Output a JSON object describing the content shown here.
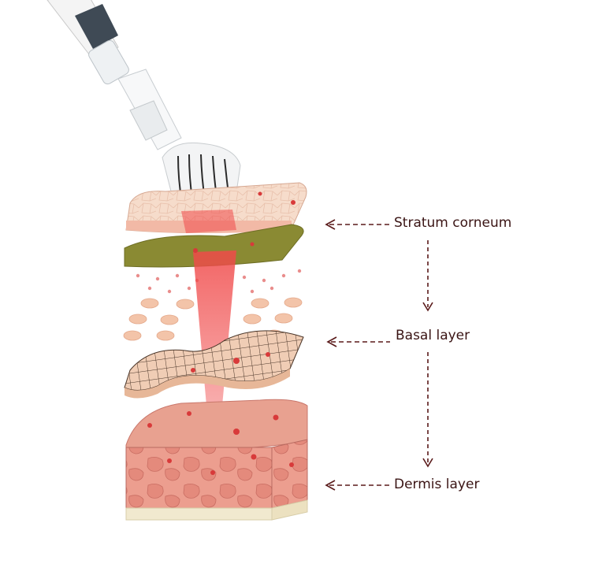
{
  "diagram": {
    "labels": [
      {
        "id": "stratum",
        "text": "Stratum corneum"
      },
      {
        "id": "basal",
        "text": "Basal layer"
      },
      {
        "id": "dermis",
        "text": "Dermis layer"
      }
    ],
    "colors": {
      "arrow": "#5a1a1a",
      "beam": "#f04a4a",
      "stratum_top": "#f6dccb",
      "stratum_edge": "#f2b9a6",
      "olive_layer": "#8a8a33",
      "mesh_fill": "#f0cdb5",
      "mesh_line": "#4a3528",
      "dermis_fill": "#e59a8d",
      "dermis_side": "#e8a796",
      "dermis_base": "#f1e9cf",
      "dot": "#d83a3a"
    },
    "icons": [
      "microneedle-roller-icon",
      "syringe-icon"
    ]
  }
}
